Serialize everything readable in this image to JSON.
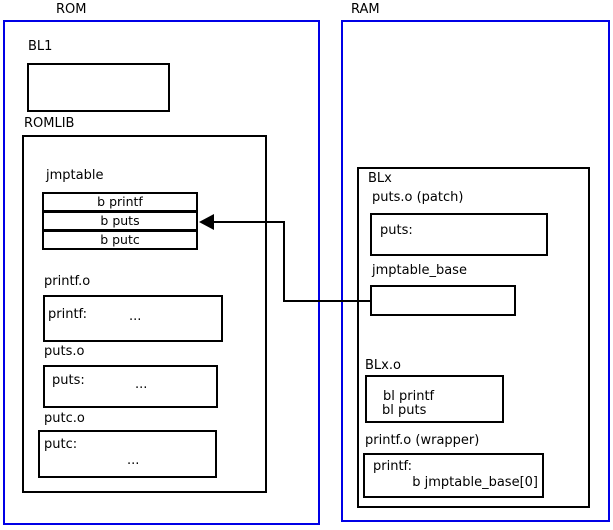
{
  "colors": {
    "region_frame_blue": "#0000e6",
    "box_border_black": "#000000",
    "background": "#ffffff"
  },
  "rom": {
    "label": "ROM",
    "bl1": {
      "label": "BL1"
    },
    "romlib": {
      "label": "ROMLIB",
      "jmptable": {
        "label": "jmptable",
        "rows": [
          "b printf",
          "b puts",
          "b putc"
        ]
      },
      "printf_obj": {
        "label": "printf.o",
        "symbol": "printf:",
        "body": "..."
      },
      "puts_obj": {
        "label": "puts.o",
        "symbol": "puts:",
        "body": "..."
      },
      "putc_obj": {
        "label": "putc.o",
        "symbol": "putc:",
        "body": "..."
      }
    }
  },
  "ram": {
    "label": "RAM",
    "blx": {
      "label": "BLx",
      "puts_patch": {
        "label": "puts.o (patch)",
        "symbol": "puts:"
      },
      "jmptable_base": {
        "label": "jmptable_base"
      },
      "blx_obj": {
        "label": "BLx.o",
        "instructions": [
          "bl printf",
          "bl puts"
        ]
      },
      "printf_wrapper": {
        "label": "printf.o (wrapper)",
        "symbol": "printf:",
        "instruction": "b jmptable_base[0]"
      }
    }
  },
  "arrow": {
    "meaning": "jmptable_base points to b puts entry of jmptable"
  }
}
